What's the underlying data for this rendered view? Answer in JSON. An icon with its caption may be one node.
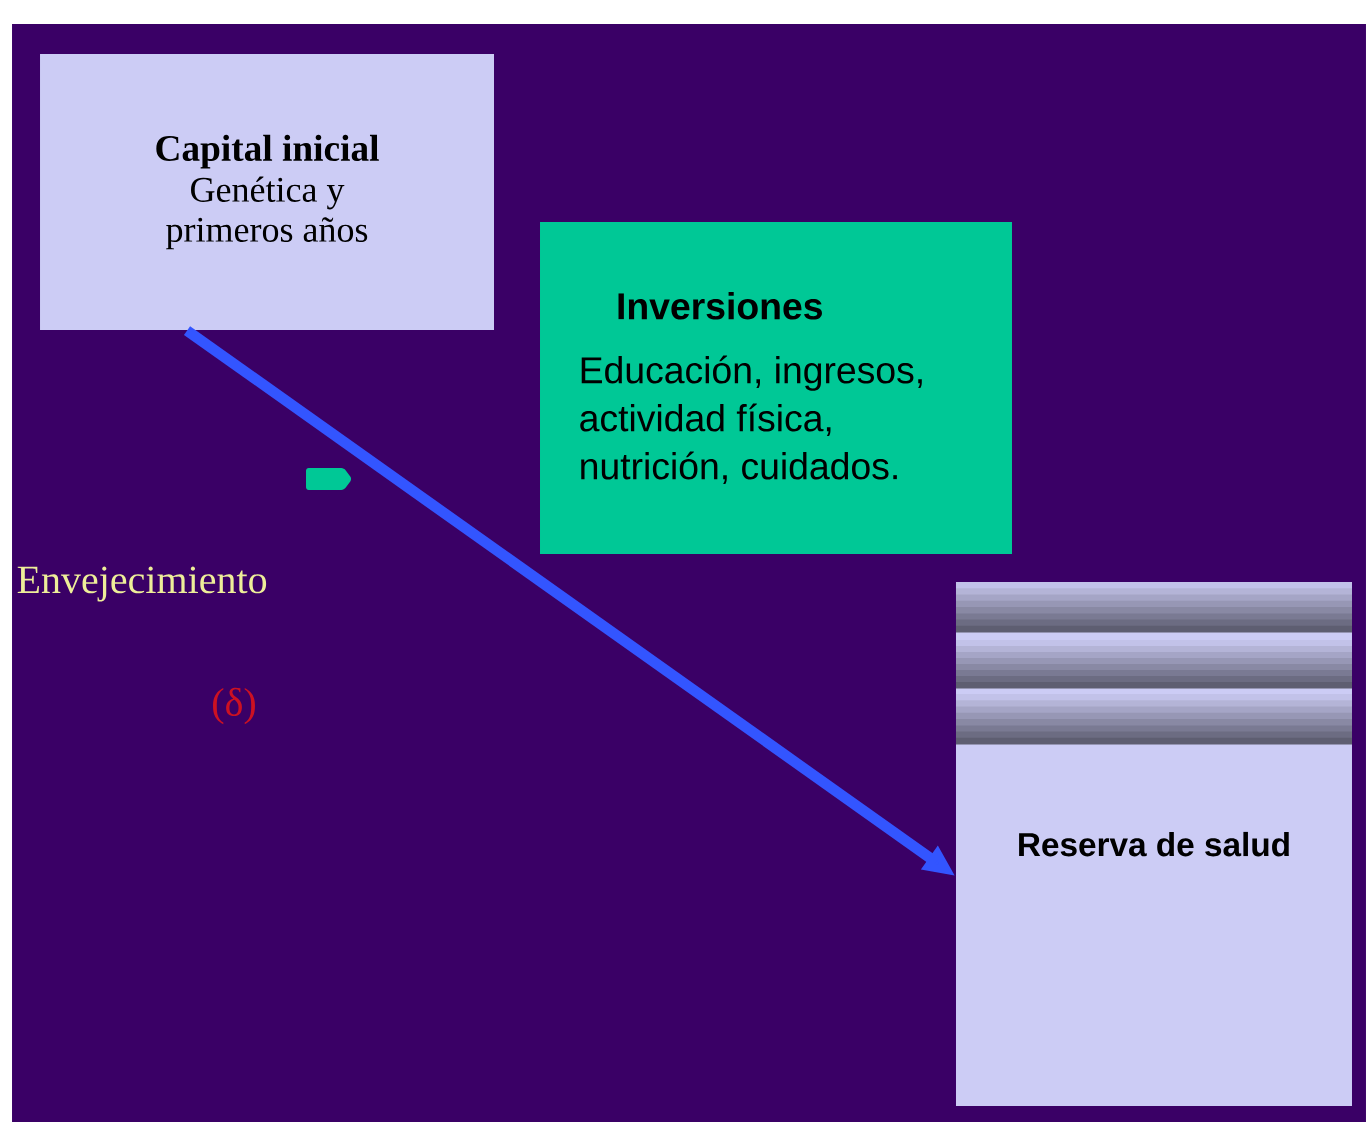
{
  "diagram": {
    "nodes": [
      {
        "text": [
          "Capital inicial",
          "Genética y primeros años"
        ]
      },
      {
        "text": [
          "Inversiones",
          "Educación, ingresos, actividad física, nutrición, cuidados."
        ]
      },
      {
        "text": [
          "Reserva de salud"
        ]
      }
    ],
    "edges": [
      {
        "from": 0,
        "to": 2,
        "arrow": "to"
      }
    ],
    "labels": [
      "Envejecimiento",
      "(δ)"
    ]
  }
}
